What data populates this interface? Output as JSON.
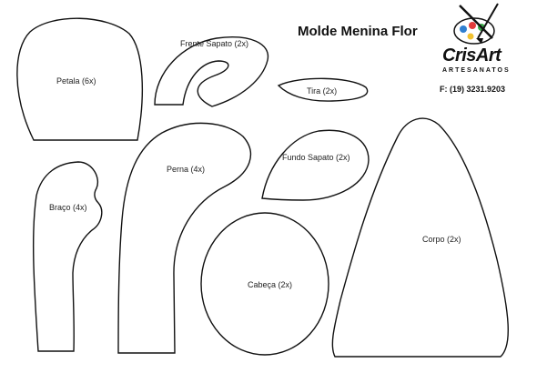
{
  "header": {
    "title": "Molde Menina Flor",
    "brand_name": "CrisArt",
    "brand_subtitle": "ARTESANATOS",
    "phone": "F: (19) 3231.9203"
  },
  "logo": {
    "icon": "palette-brush-icon",
    "colors": [
      "#2f7fd0",
      "#e23b3b",
      "#3cae4b",
      "#f2c230"
    ]
  },
  "pieces": [
    {
      "key": "petala",
      "label": "Petala  (6x)"
    },
    {
      "key": "frente_sapato",
      "label": "Frente Sapato (2x)"
    },
    {
      "key": "tira",
      "label": "Tira  (2x)"
    },
    {
      "key": "perna",
      "label": "Perna (4x)"
    },
    {
      "key": "fundo_sapato",
      "label": "Fundo Sapato (2x)"
    },
    {
      "key": "braco",
      "label": "Braço (4x)"
    },
    {
      "key": "cabeca",
      "label": "Cabeça  (2x)"
    },
    {
      "key": "corpo",
      "label": "Corpo (2x)"
    }
  ]
}
